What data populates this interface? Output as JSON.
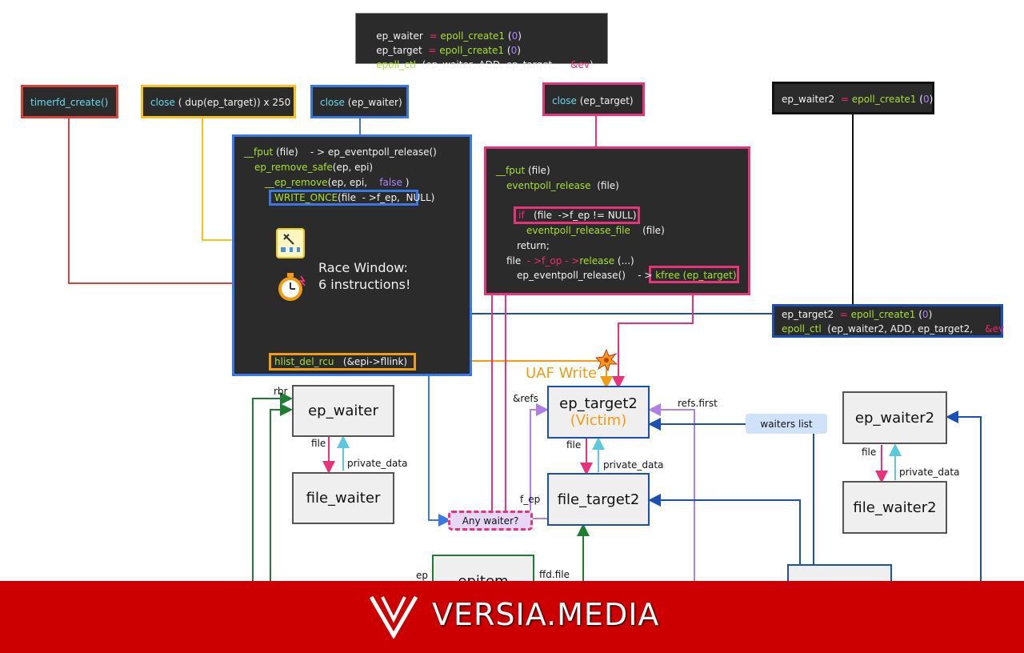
{
  "top_box": {
    "line1": {
      "a": "ep_waiter",
      "op": "=",
      "fn": "epoll_create1",
      "p1": "(",
      "n": "0",
      "p2": ")"
    },
    "line2": {
      "a": "ep_target",
      "op": "=",
      "fn": "epoll_create1",
      "p1": "(",
      "n": "0",
      "p2": ")"
    },
    "line3": {
      "fn": "epoll_ctl",
      "args": "(ep_waiter, ADD, ep_target,",
      "amp": "&ev",
      "end": ")"
    }
  },
  "triggers": {
    "timerfd": "timerfd_create()",
    "close_dup_a": "close",
    "close_dup_b": "( dup",
    "close_dup_c": "(ep_target)) x 250",
    "close_waiter_a": "close",
    "close_waiter_b": "(ep_waiter)",
    "close_target_a": "close",
    "close_target_b": "(ep_target)",
    "waiter2_a": "ep_waiter2",
    "waiter2_op": "=",
    "waiter2_fn": "epoll_create1",
    "waiter2_p1": "(",
    "waiter2_n": "0",
    "waiter2_p2": ")"
  },
  "left_code": {
    "l1a": "__fput",
    "l1b": "(file)",
    "l1c": "- > ep_eventpoll_release()",
    "l2a": "ep_remove_safe",
    "l2b": "(ep, epi)",
    "l3a": "__ep_remove",
    "l3b": "(ep, epi,",
    "l3c": "false",
    "l3d": ")",
    "l4a": "WRITE_ONCE",
    "l4b": "(file  - >f_ep,  NULL)",
    "race1": "Race Window:",
    "race2": "6 instructions!",
    "l5a": "hlist_del_rcu",
    "l5b": "(&epi->fllink)"
  },
  "right_code": {
    "l1a": "__fput",
    "l1b": "(file)",
    "l2a": "eventpoll_release",
    "l2b": "(file)",
    "l3a": "if",
    "l3b": "(file  ->f_ep != NULL)",
    "l4a": "eventpoll_release_file",
    "l4b": "(file)",
    "l5": "return;",
    "l6a": "file",
    "l6b": "- >f_op - >",
    "l6c": "release",
    "l6d": "(...)",
    "l7a": "ep_eventpoll_release()",
    "l7b": "- >",
    "l7c": "kfree (ep_target)"
  },
  "target2_box": {
    "a": "ep_target2",
    "op": "=",
    "fn": "epoll_create1",
    "p1": "(",
    "n": "0",
    "p2": ")",
    "b_fn": "epoll_ctl",
    "b_args": "(ep_waiter2, ADD, ep_target2,",
    "b_amp": "&ev",
    "b_end": ")"
  },
  "nodes": {
    "ep_waiter": "ep_waiter",
    "file_waiter": "file_waiter",
    "ep_target2": "ep_target2",
    "victim": "(Victim)",
    "file_target2": "file_target2",
    "ep_waiter2": "ep_waiter2",
    "file_waiter2": "file_waiter2",
    "epitem": "epitem",
    "any_waiter": "Any waiter?",
    "waiters_list": "waiters list"
  },
  "labels": {
    "uaf": "UAF Write",
    "rbr": "rbr",
    "file1": "file",
    "pd1": "private_data",
    "refs": "&refs",
    "file2": "file",
    "pd2": "private_data",
    "refs_first": "refs.first",
    "f_ep": "f_ep",
    "file3": "file",
    "pd3": "private_data",
    "ep": "ep",
    "ffd": "ffd.file"
  },
  "footer": {
    "brand": "VERSIA.MEDIA"
  },
  "colors": {
    "red": "#d9423a",
    "yellow": "#f5c518",
    "blue": "#3b78e7",
    "pink": "#e8337a",
    "black": "#111111",
    "navy": "#1a4fb5",
    "green": "#1e7d32",
    "cyan": "#5bc8e0",
    "purple": "#b07fe8",
    "orange": "#f39c12",
    "footer": "#cc0000"
  }
}
